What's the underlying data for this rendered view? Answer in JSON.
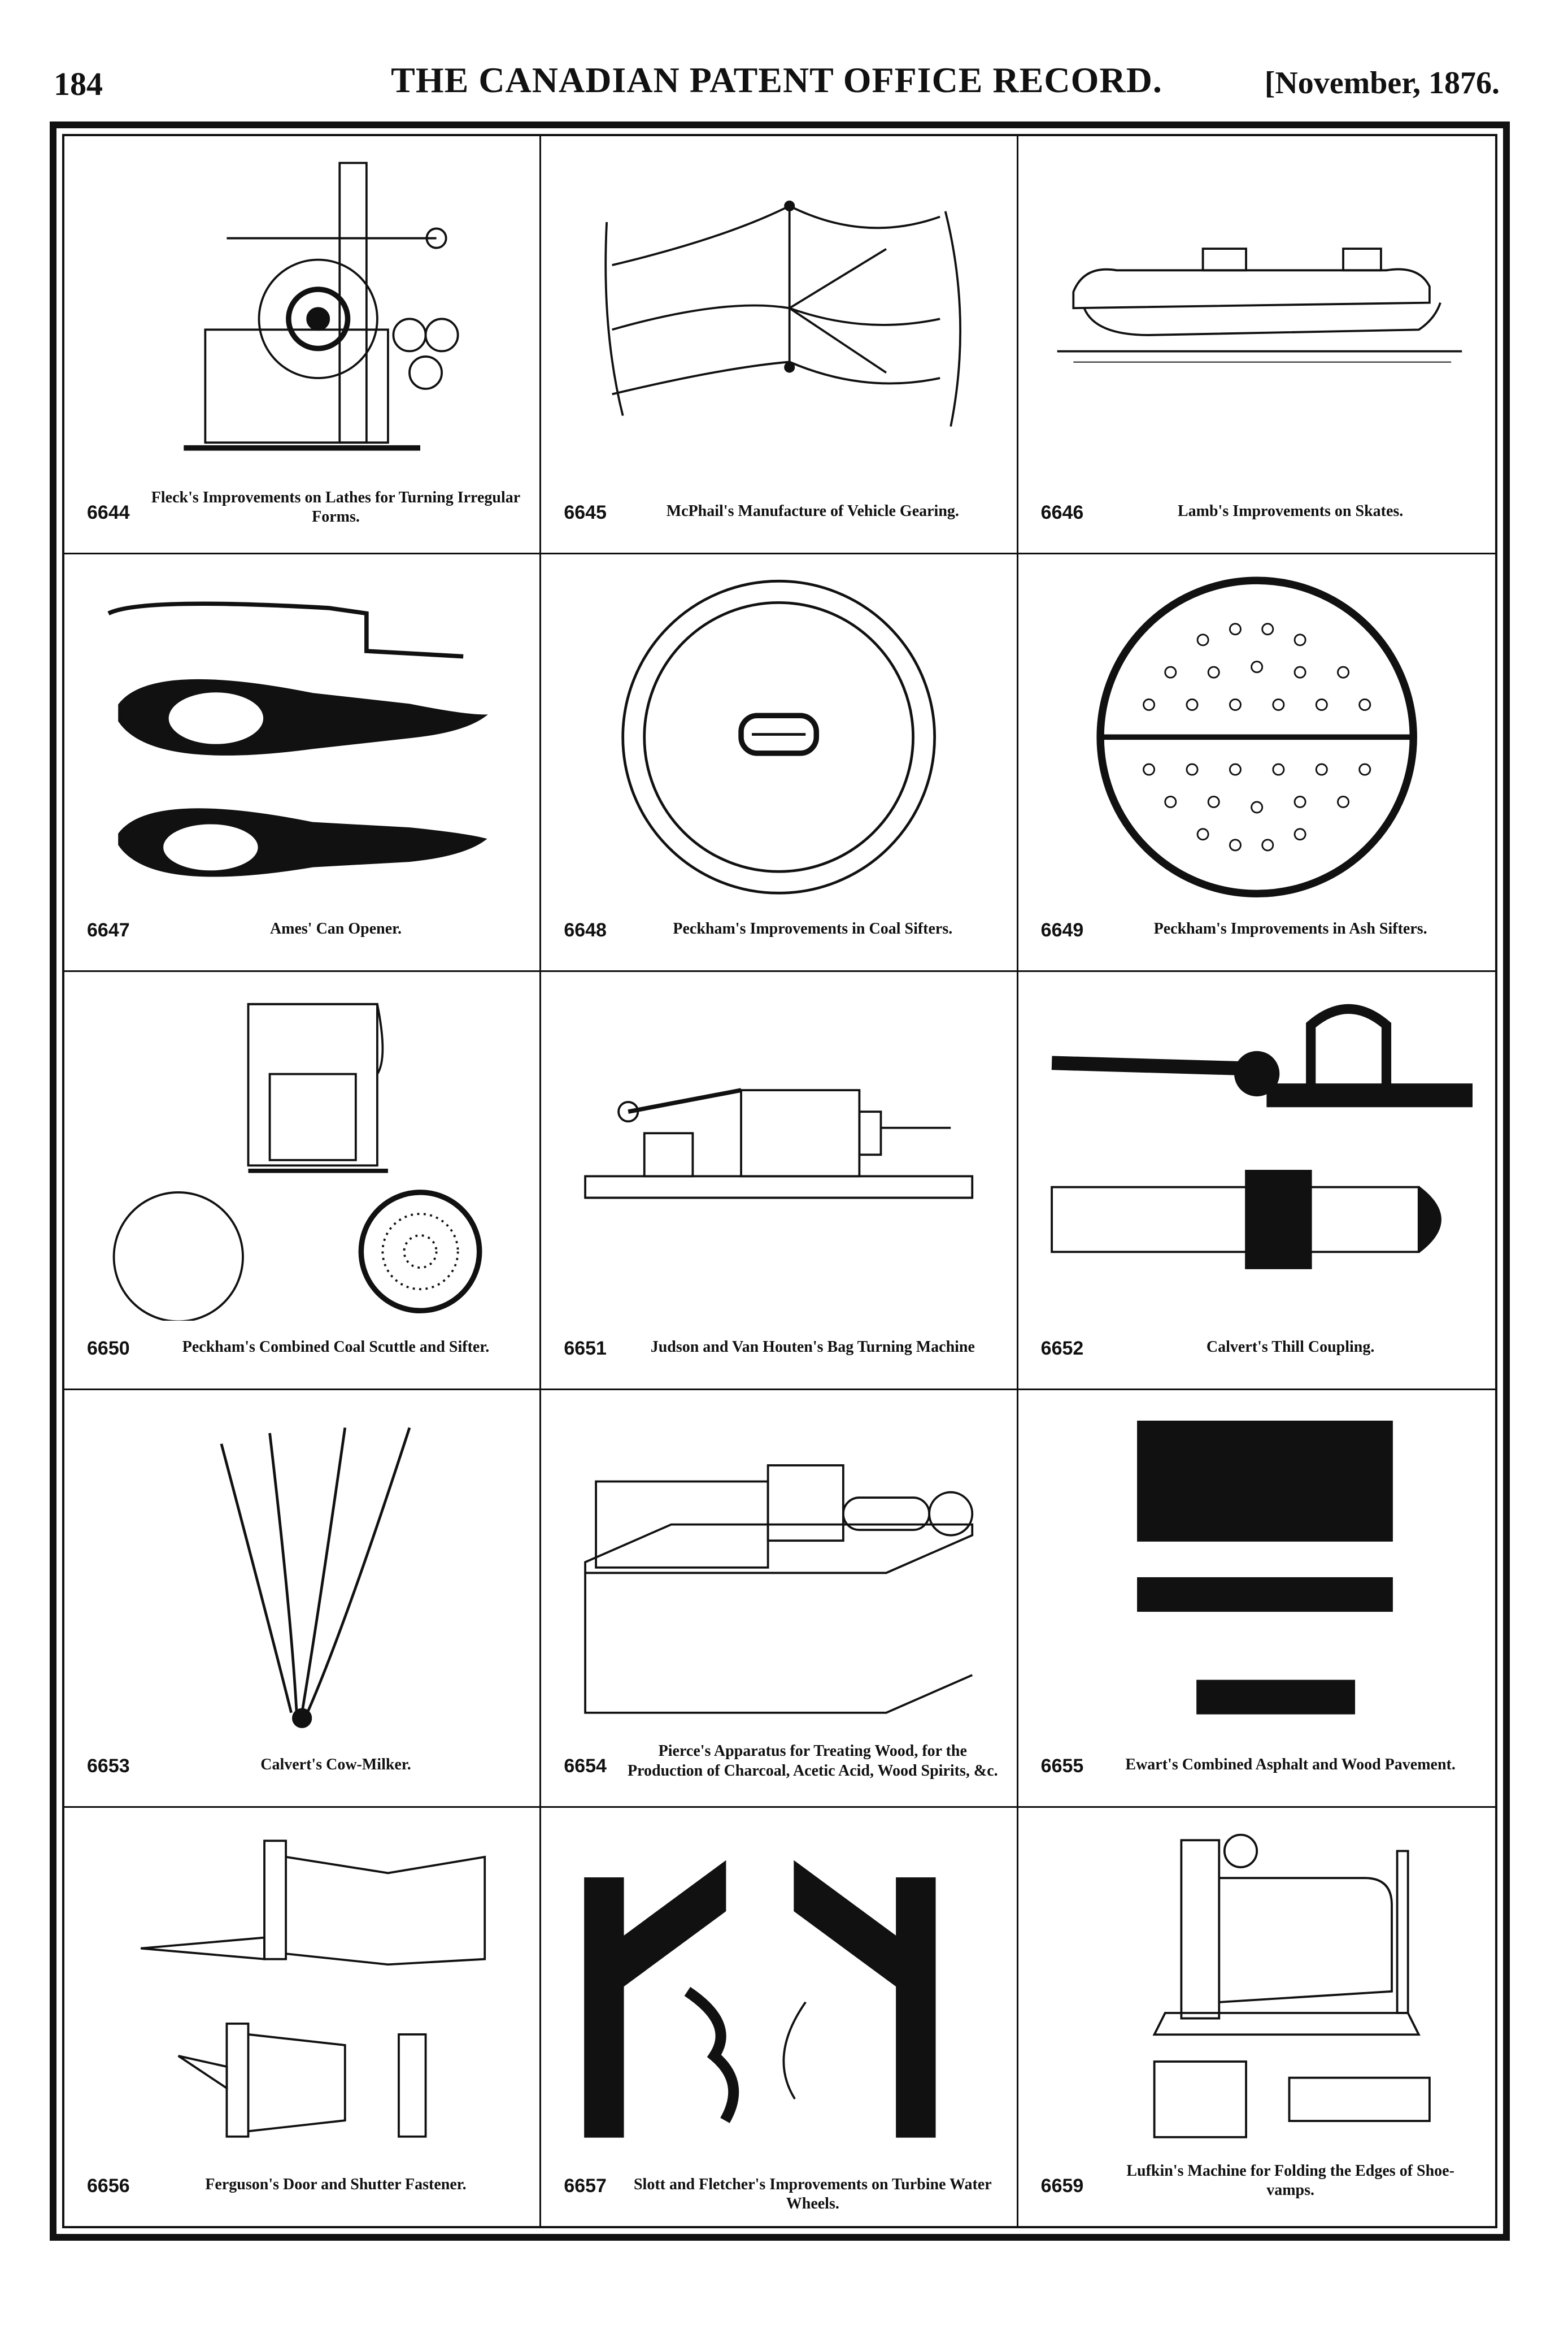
{
  "header": {
    "page_number": "184",
    "title": "THE CANADIAN PATENT OFFICE RECORD.",
    "date": "[November, 1876."
  },
  "patents": [
    {
      "number": "6644",
      "caption": "Fleck's Improvements on Lathes for Turning Irregular Forms."
    },
    {
      "number": "6645",
      "caption": "McPhail's Manufacture of Vehicle Gearing."
    },
    {
      "number": "6646",
      "caption": "Lamb's Improvements on Skates."
    },
    {
      "number": "6647",
      "caption": "Ames' Can Opener."
    },
    {
      "number": "6648",
      "caption": "Peckham's Improvements in Coal Sifters."
    },
    {
      "number": "6649",
      "caption": "Peckham's Improvements in Ash Sifters."
    },
    {
      "number": "6650",
      "caption": "Peckham's Combined Coal Scuttle and Sifter."
    },
    {
      "number": "6651",
      "caption": "Judson and Van Houten's Bag Turning Machine"
    },
    {
      "number": "6652",
      "caption": "Calvert's Thill Coupling."
    },
    {
      "number": "6653",
      "caption": "Calvert's Cow-Milker."
    },
    {
      "number": "6654",
      "caption": "Pierce's Apparatus for Treating Wood, for the Production of Charcoal, Acetic Acid, Wood Spirits, &c."
    },
    {
      "number": "6655",
      "caption": "Ewart's Combined Asphalt and Wood Pavement."
    },
    {
      "number": "6656",
      "caption": "Ferguson's Door and Shutter Fastener."
    },
    {
      "number": "6657",
      "caption": "Slott and Fletcher's Improvements on Turbine Water Wheels."
    },
    {
      "number": "6659",
      "caption": "Lufkin's Machine for Folding the Edges of Shoe-vamps."
    }
  ]
}
